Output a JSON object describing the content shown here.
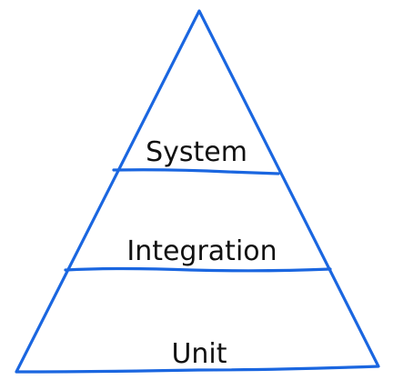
{
  "diagram": {
    "line_color": "#1a66e0",
    "text_color": "#111111",
    "tiers": [
      {
        "label": "System"
      },
      {
        "label": "Integration"
      },
      {
        "label": "Unit"
      }
    ]
  }
}
